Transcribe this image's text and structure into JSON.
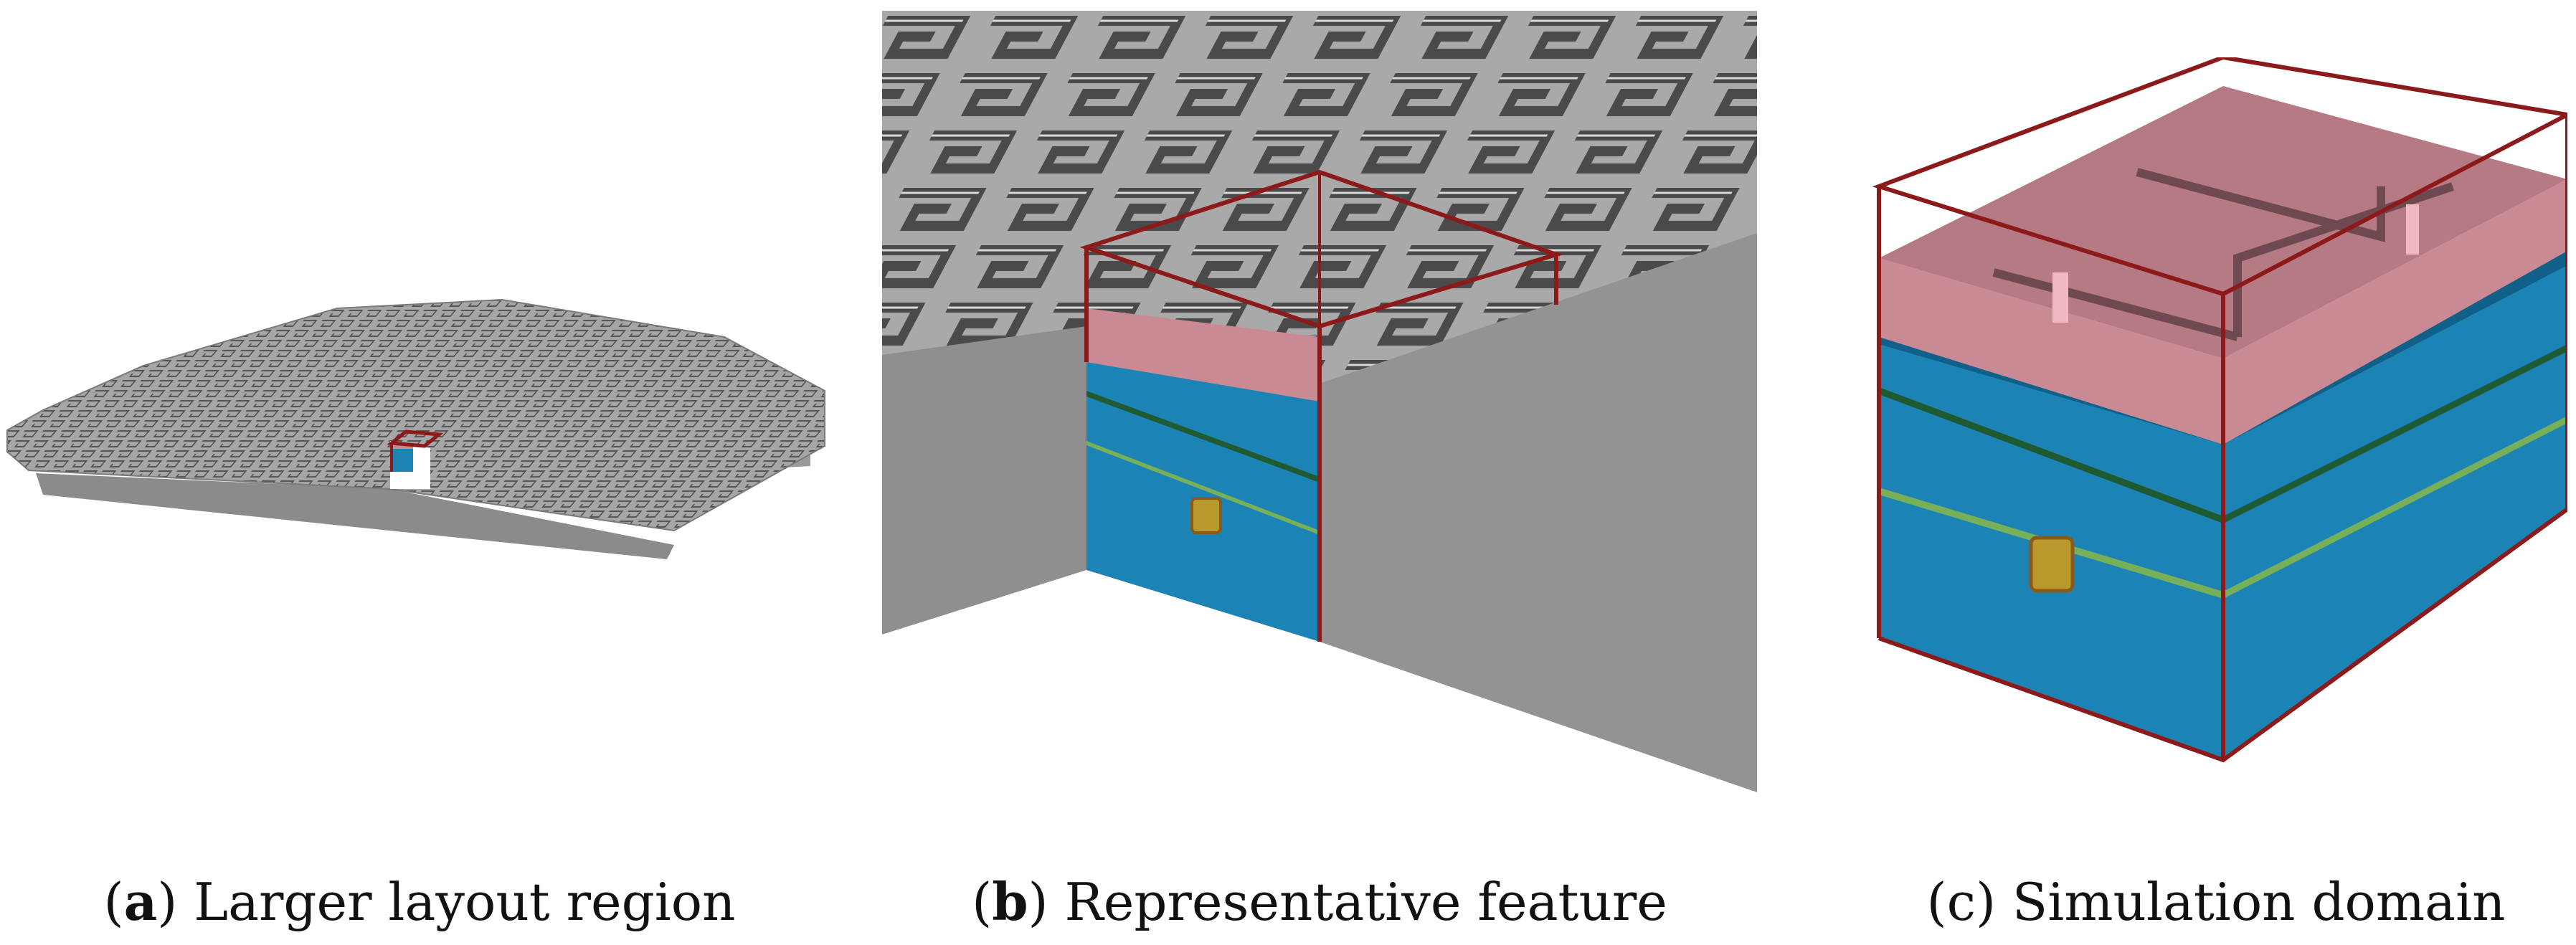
{
  "figure": {
    "panels": [
      {
        "id": "a",
        "letter": "a",
        "caption": "Larger layout region"
      },
      {
        "id": "b",
        "letter": "b",
        "caption": "Representative feature"
      },
      {
        "id": "c",
        "letter": "c",
        "caption": "Simulation domain"
      }
    ]
  },
  "colors": {
    "background": "#ffffff",
    "block_top": "#a8a8a8",
    "block_side": "#8e8e8e",
    "trench": "#4c4c4c",
    "highlight": "#e8e8e8",
    "resist_pink": "#c98a93",
    "substrate_blue": "#1c84b4",
    "stripe_dark_green": "#1f5a32",
    "stripe_light_green": "#78b05a",
    "inclusion_gold": "#b9982c",
    "outline_red": "#8c1a1a"
  }
}
